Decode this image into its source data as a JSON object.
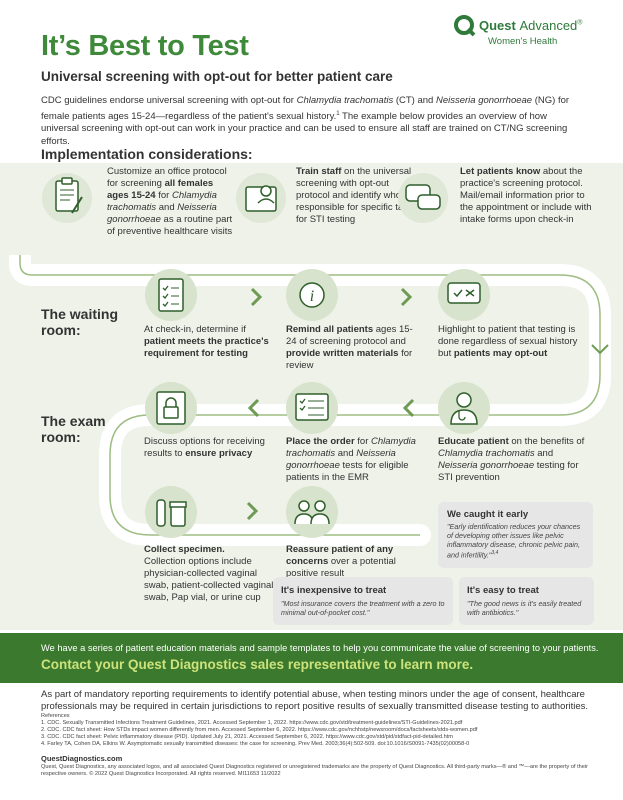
{
  "logo": {
    "brand": "Quest",
    "brand_suffix": "Advanced",
    "mark": "®",
    "line2": "Women's Health"
  },
  "title": "It’s Best to Test",
  "subtitle": "Universal screening with opt-out for better patient care",
  "intro": {
    "p1": "CDC guidelines endorse universal screening with opt-out for ",
    "ct": "Chlamydia trachomatis",
    "p2": " (CT) and ",
    "ng": "Neisseria gonorrhoeae",
    "p3": " (NG) for female patients ages 15-24—regardless of the patient's sexual history.",
    "sup": "1",
    "p4": " The example below provides an overview of how universal screening with opt-out can work in your practice and can be used to ensure all staff are trained on CT/NG screening efforts."
  },
  "implementation": {
    "heading": "Implementation considerations:",
    "items": [
      {
        "icon": "clipboard-protocol-icon",
        "t1": "Customize an office protocol for screening ",
        "b1": "all females ages 15-24",
        "t2": " for ",
        "i1": "Chlamydia trachomatis",
        "t3": " and ",
        "i2": "Neisseria gonorrhoeae",
        "t4": " as a routine part of preventive healthcare visits"
      },
      {
        "icon": "staff-training-icon",
        "b1": "Train staff",
        "t2": " on the universal screening with opt-out protocol and identify who is responsible for specific tasks for STI testing"
      },
      {
        "icon": "chat-bubbles-icon",
        "b1": "Let patients know",
        "t2": " about the practice's screening protocol. Mail/email information prior to the appointment or include with intake forms upon check-in"
      }
    ]
  },
  "waiting_room": {
    "label": "The waiting room:",
    "steps": [
      {
        "icon": "checklist-icon",
        "t1": "At check-in, determine if ",
        "b1": "patient meets the practice's requirement for testing"
      },
      {
        "icon": "info-icon",
        "b1": "Remind all patients",
        "t1": " ages 15-24 of screening protocol and ",
        "b2": "provide written materials",
        "t2": " for review"
      },
      {
        "icon": "checkmark-bubble-icon",
        "t1": "Highlight to patient that testing is done regardless of sexual history but ",
        "b1": "patients may opt-out"
      }
    ]
  },
  "exam_room": {
    "label": "The exam room:",
    "steps": [
      {
        "icon": "lock-icon",
        "t1": "Discuss options for receiving results to ",
        "b1": "ensure privacy"
      },
      {
        "icon": "order-list-icon",
        "b1": "Place the order",
        "t1": " for ",
        "i1": "Chlamydia trachomatis",
        "t2": " and ",
        "i2": "Neisseria gonorrhoeae",
        "t3": " tests for eligible patients in the EMR"
      },
      {
        "icon": "doctor-icon",
        "b1": "Educate patient",
        "t1": " on the benefits of ",
        "i1": "Chlamydia trachomatis",
        "t2": " and ",
        "i2": "Neisseria gonorrhoeae",
        "t3": " testing for STI prevention"
      }
    ]
  },
  "final_steps": [
    {
      "icon": "specimen-tube-icon",
      "b1": "Collect specimen.",
      "t1": "Collection options include physician-collected vaginal swab, patient-collected vaginal swab, Pap vial, or urine cup"
    },
    {
      "icon": "patient-consult-icon",
      "b1": "Reassure patient of any concerns",
      "t1": " over a potential positive result"
    }
  ],
  "callouts": {
    "caught": {
      "title": "We caught it early",
      "body": "\"Early identification reduces your chances of developing other issues like pelvic inflammatory disease, chronic pelvic pain, and infertility.\"",
      "sup": "3,4"
    },
    "inexpensive": {
      "title": "It's inexpensive to treat",
      "body": "\"Most insurance covers the treatment with a zero to minimal out-of-pocket cost.\""
    },
    "easy": {
      "title": "It's easy to treat",
      "body": "\"The good news is it's easily treated with antibiotics.\""
    }
  },
  "green_band": {
    "line1": "We have a series of patient education materials and sample templates to help you communicate the value of screening to your patients.",
    "line2": "Contact your Quest Diagnostics sales representative to learn more."
  },
  "mandatory": "As part of mandatory reporting requirements to identify potential abuse, when testing minors under the age of consent, healthcare professionals may be required in certain jurisdictions to report positive results of sexually transmitted disease testing to authorities.",
  "references": {
    "heading": "References",
    "items": [
      "1. CDC. Sexually Transmitted Infections Treatment Guidelines, 2021. Accessed September 1, 2022. https://www.cdc.gov/std/treatment-guidelines/STI-Guidelines-2021.pdf",
      "2. CDC. CDC fact sheet: How STDs impact women differently from men. Accessed September 6, 2022. https://www.cdc.gov/nchhstp/newsroom/docs/factsheets/stds-women.pdf",
      "3. CDC. CDC fact sheet: Pelvic inflammatory disease (PID). Updated July 21, 2021. Accessed September 6, 2022. https://www.cdc.gov/std/pid/stdfact-pid-detailed.htm",
      "4. Farley TA, Cohen DA, Elkins W. Asymptomatic sexually transmitted diseases: the case for screening. Prev Med. 2003;36(4):502-509. doi:10.1016/S0091-7435(02)00058-0"
    ]
  },
  "site": "QuestDiagnostics.com",
  "legal": "Quest, Quest Diagnostics, any associated logos, and all associated Quest Diagnostics registered or unregistered trademarks are the property of Quest Diagnostics. All third-party marks—® and ™—are the property of their respective owners. © 2022 Quest Diagnostics Incorporated. All rights reserved. MI11653 11/2022",
  "colors": {
    "brand_green": "#3f8a3a",
    "band_green": "#3b7a2e",
    "accent_lime": "#cde27a",
    "path_green": "#a9c38f"
  }
}
